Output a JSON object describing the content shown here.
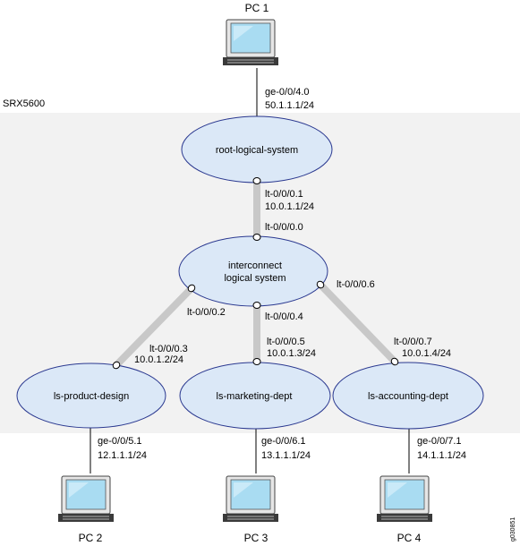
{
  "chassis": {
    "label": "SRX5600",
    "fill": "#f2f2f2"
  },
  "colors": {
    "ellipse_fill": "#dbe8f7",
    "ellipse_stroke": "#2b3990",
    "link_gray": "#c8c8c8",
    "screen_blue": "#a9dcf2"
  },
  "pcs": {
    "pc1": {
      "label": "PC 1"
    },
    "pc2": {
      "label": "PC 2"
    },
    "pc3": {
      "label": "PC 3"
    },
    "pc4": {
      "label": "PC 4"
    }
  },
  "nodes": {
    "root": {
      "label": "root-logical-system"
    },
    "interconnect": {
      "line1": "interconnect",
      "line2": "logical system"
    },
    "product": {
      "label": "ls-product-design"
    },
    "marketing": {
      "label": "ls-marketing-dept"
    },
    "accounting": {
      "label": "ls-accounting-dept"
    }
  },
  "links": {
    "pc1_root": {
      "iface": "ge-0/0/4.0",
      "ip": "50.1.1.1/24"
    },
    "root_ic": {
      "root_iface": "lt-0/0/0.1",
      "root_ip": "10.0.1.1/24",
      "ic_iface": "lt-0/0/0.0"
    },
    "ic_product": {
      "ic_iface": "lt-0/0/0.2",
      "ls_iface": "lt-0/0/0.3",
      "ls_ip": "10.0.1.2/24"
    },
    "ic_marketing": {
      "ic_iface": "lt-0/0/0.4",
      "ls_iface": "lt-0/0/0.5",
      "ls_ip": "10.0.1.3/24"
    },
    "ic_accounting": {
      "ic_iface": "lt-0/0/0.6",
      "ls_iface": "lt-0/0/0.7",
      "ls_ip": "10.0.1.4/24"
    },
    "pc2_product": {
      "iface": "ge-0/0/5.1",
      "ip": "12.1.1.1/24"
    },
    "pc3_marketing": {
      "iface": "ge-0/0/6.1",
      "ip": "13.1.1.1/24"
    },
    "pc4_accounting": {
      "iface": "ge-0/0/7.1",
      "ip": "14.1.1.1/24"
    }
  },
  "figure_id": "g030851"
}
